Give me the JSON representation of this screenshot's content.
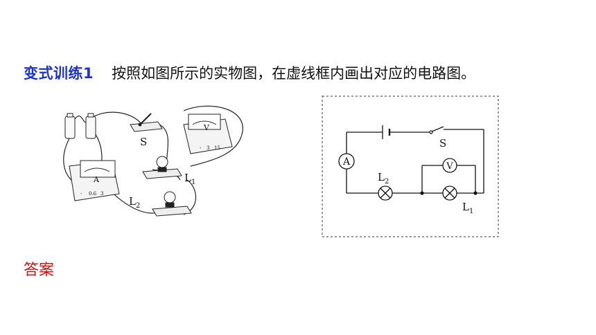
{
  "exercise": {
    "label": "变式训练1",
    "instruction": "按照如图所示的实物图，在虚线框内画出对应的电路图。"
  },
  "answer_label": "答案",
  "physical_diagram": {
    "switch_label": "S",
    "voltmeter": {
      "symbol": "V",
      "terminals": [
        "-",
        "3",
        "15"
      ]
    },
    "ammeter": {
      "symbol": "A",
      "terminals": [
        "-",
        "0.6",
        "3"
      ]
    },
    "lamp1": {
      "base": "L",
      "sub": "1"
    },
    "lamp2": {
      "base": "L",
      "sub": "2"
    }
  },
  "circuit_diagram": {
    "ammeter_symbol": "A",
    "voltmeter_symbol": "V",
    "switch_label": "S",
    "lamp1": {
      "base": "L",
      "sub": "1"
    },
    "lamp2": {
      "base": "L",
      "sub": "2"
    }
  },
  "colors": {
    "exercise_label": "#1a33d6",
    "answer_label": "#c81414",
    "text": "#111111"
  }
}
